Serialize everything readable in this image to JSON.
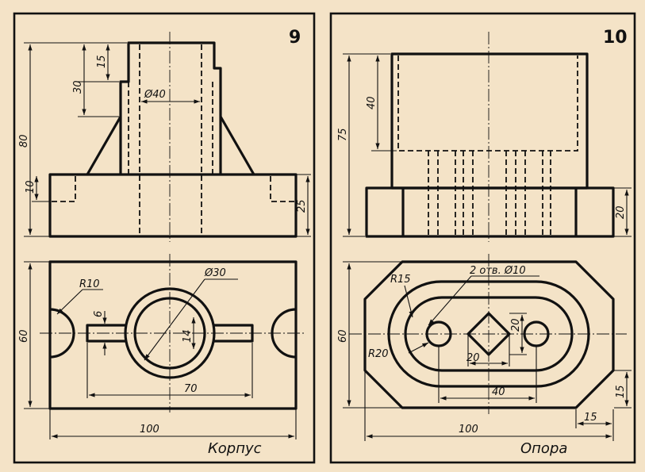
{
  "panels": [
    {
      "number": "9",
      "title": "Корпус",
      "dims": {
        "h80": "80",
        "h30": "30",
        "h15": "15",
        "d40": "Ø40",
        "h10": "10",
        "h25": "25",
        "r10": "R10",
        "d30": "Ø30",
        "w6": "6",
        "h14": "14",
        "w70": "70",
        "h60": "60",
        "w100": "100"
      }
    },
    {
      "number": "10",
      "title": "Опора",
      "dims": {
        "h75": "75",
        "h40": "40",
        "h20": "20",
        "holes": "2 отв. Ø10",
        "r15": "R15",
        "r20": "R20",
        "sq_h": "20",
        "sq_w": "20",
        "w40": "40",
        "h60": "60",
        "h15": "15",
        "w15": "15",
        "w100": "100"
      }
    }
  ]
}
